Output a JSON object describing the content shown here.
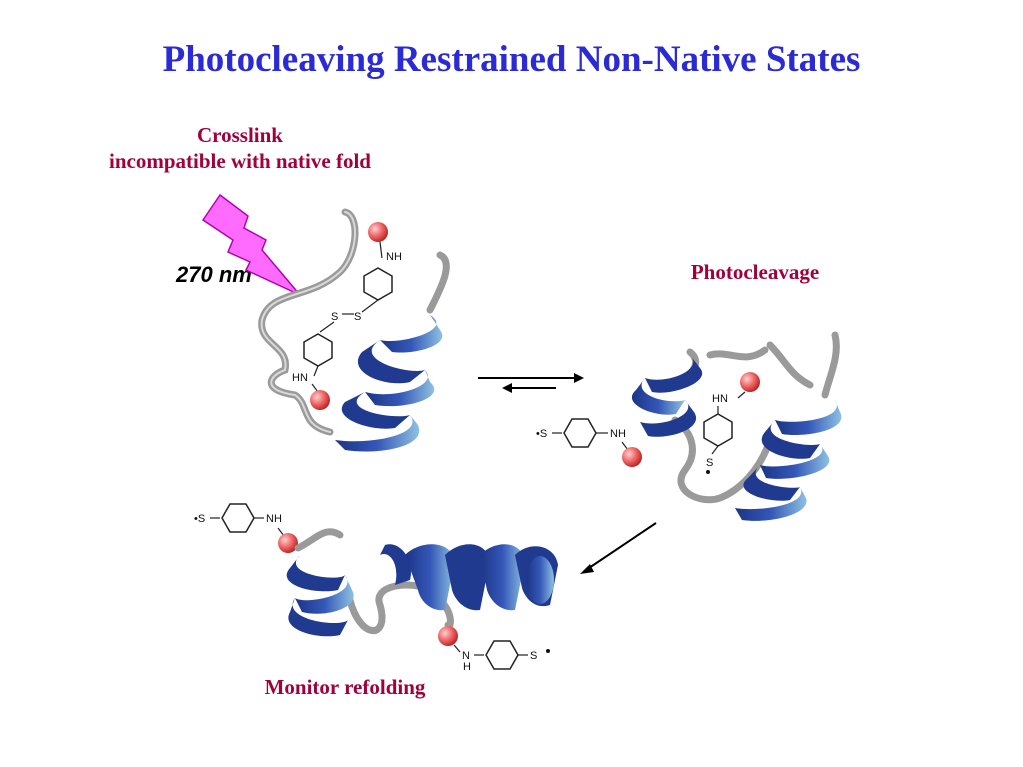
{
  "title": "Photocleaving Restrained Non-Native States",
  "labels": {
    "crosslink_line1": "Crosslink",
    "crosslink_line2": "incompatible with native fold",
    "wavelength": "270 nm",
    "photocleavage": "Photocleavage",
    "monitor": "Monitor refolding"
  },
  "chem_labels": {
    "nh": "NH",
    "hn": "HN",
    "s": "S",
    "n": "N",
    "h": "H",
    "radical": "•S"
  },
  "colors": {
    "title": "#2b2bd6",
    "label": "#a1003a",
    "helix_dark": "#1f3a8f",
    "helix_light": "#7fb3d8",
    "coil": "#9a9a9a",
    "bolt": "#ff66ff",
    "bead": "#e64a4a"
  },
  "icons": [
    "lightning-bolt-icon",
    "equilibrium-arrows-icon",
    "process-arrow-icon"
  ]
}
